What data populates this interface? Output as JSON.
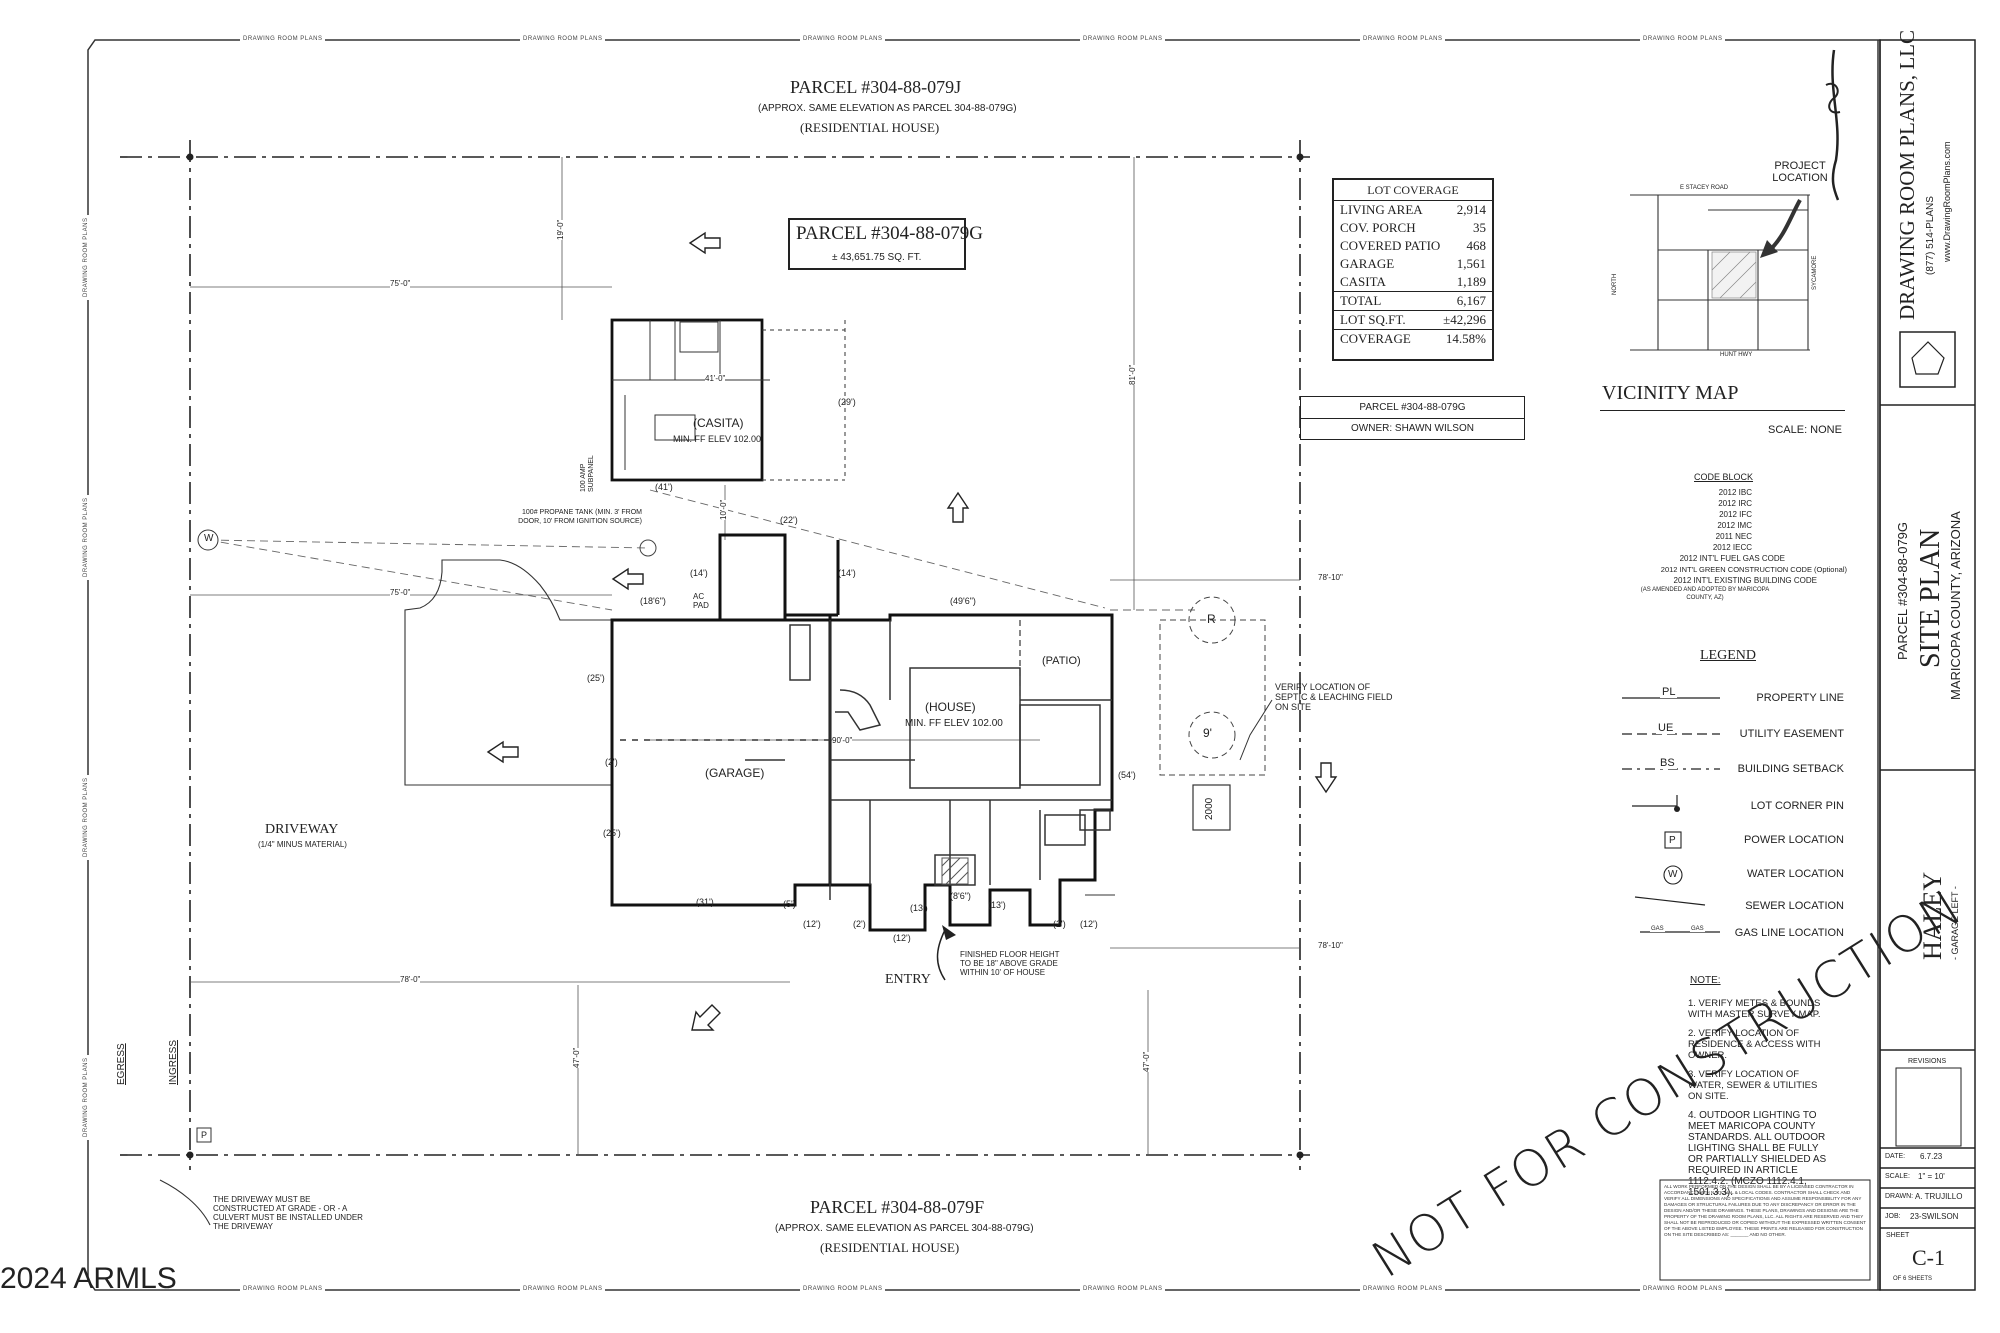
{
  "border": {
    "repeat_label": "DRAWING ROOM PLANS"
  },
  "parcels": {
    "north_title": "PARCEL #304-88-079J",
    "north_sub": "(APPROX. SAME ELEVATION AS PARCEL 304-88-079G)",
    "north_type": "(RESIDENTIAL HOUSE)",
    "subject_title": "PARCEL #304-88-079G",
    "subject_area": "± 43,651.75 SQ. FT.",
    "south_title": "PARCEL #304-88-079F",
    "south_sub": "(APPROX. SAME ELEVATION AS PARCEL 304-88-079G)",
    "south_type": "(RESIDENTIAL HOUSE)"
  },
  "lot_coverage": {
    "title": "LOT COVERAGE",
    "rows": [
      {
        "label": "LIVING AREA",
        "value": "2,914"
      },
      {
        "label": "COV. PORCH",
        "value": "35"
      },
      {
        "label": "COVERED PATIO",
        "value": "468"
      },
      {
        "label": "GARAGE",
        "value": "1,561"
      },
      {
        "label": "CASITA",
        "value": "1,189"
      }
    ],
    "total_label": "TOTAL",
    "total_value": "6,167",
    "lot_label": "LOT SQ.FT.",
    "lot_value": "±42,296",
    "coverage_label": "COVERAGE",
    "coverage_value": "14.58%"
  },
  "owner_box": {
    "parcel": "PARCEL #304-88-079G",
    "owner": "OWNER: SHAWN WILSON"
  },
  "vicinity": {
    "title": "VICINITY MAP",
    "scale": "SCALE: NONE",
    "project_location": "PROJECT LOCATION",
    "road_top": "E STACEY ROAD",
    "road_bottom": "HUNT HWY",
    "north": "NORTH",
    "side": "SYCAMORE"
  },
  "code_block": {
    "title": "CODE BLOCK",
    "lines": [
      "2012 IBC",
      "2012 IRC",
      "2012 IFC",
      "2012 IMC",
      "2011 NEC",
      "2012 IECC",
      "2012 INT'L FUEL GAS CODE",
      "2012 INT'L GREEN CONSTRUCTION CODE (Optional)",
      "2012 INT'L EXISTING BUILDING CODE"
    ],
    "adopted": "(AS AMENDED AND ADOPTED BY MARICOPA COUNTY, AZ)"
  },
  "legend": {
    "title": "LEGEND",
    "items": [
      {
        "sym": "PL",
        "label": "PROPERTY LINE"
      },
      {
        "sym": "UE",
        "label": "UTILITY EASEMENT"
      },
      {
        "sym": "BS",
        "label": "BUILDING SETBACK"
      },
      {
        "sym": "",
        "label": "LOT CORNER PIN"
      },
      {
        "sym": "P",
        "label": "POWER LOCATION"
      },
      {
        "sym": "W",
        "label": "WATER LOCATION"
      },
      {
        "sym": "",
        "label": "SEWER LOCATION"
      },
      {
        "sym": "GAS",
        "label": "GAS LINE LOCATION"
      }
    ]
  },
  "notes": {
    "title": "NOTE:",
    "items": [
      "1. VERIFY METES & BOUNDS WITH MASTER SURVEY MAP.",
      "2. VERIFY LOCATION OF RESIDENCE & ACCESS WITH OWNER.",
      "3. VERIFY LOCATION OF WATER, SEWER & UTILITIES ON SITE.",
      "4. OUTDOOR LIGHTING TO MEET MARICOPA COUNTY STANDARDS. ALL OUTDOOR LIGHTING SHALL BE FULLY OR PARTIALLY SHIELDED AS REQUIRED IN ARTICLE 1112.4.2. (MCZO 1112.4.1, 1501.3.3)."
    ]
  },
  "watermark": "NOT FOR CONSTRUCTION",
  "copyright": "2024 ARMLS",
  "plan_labels": {
    "casita": "(CASITA)",
    "casita_elev": "MIN. FF ELEV 102.00",
    "house": "(HOUSE)",
    "house_elev": "MIN. FF ELEV 102.00",
    "garage": "(GARAGE)",
    "patio": "(PATIO)",
    "driveway": "DRIVEWAY",
    "driveway_sub": "(1/4\" MINUS MATERIAL)",
    "entry": "ENTRY",
    "egress": "EGRESS",
    "ingress": "INGRESS",
    "propane": "100# PROPANE TANK (MIN. 3' FROM DOOR, 10' FROM IGNITION SOURCE)",
    "subpanel": "100 AMP SUBPANEL",
    "septic": "VERIFY LOCATION OF SEPTIC & LEACHING FIELD ON SITE",
    "floor_height": "FINISHED FLOOR HEIGHT TO BE 18\" ABOVE GRADE WITHIN 10' OF HOUSE",
    "driveway_note": "THE DRIVEWAY MUST BE CONSTRUCTED AT GRADE - OR - A CULVERT MUST BE INSTALLED UNDER THE DRIVEWAY",
    "ac_pad": "AC PAD",
    "tank_r": "R",
    "tank_9": "9'",
    "tank_2000": "2000",
    "w_symbol": "W",
    "p_symbol": "P"
  },
  "dimensions": {
    "d75a": "75'-0\"",
    "d75b": "75'-0\"",
    "d78a": "78'-10\"",
    "d78b": "78'-10\"",
    "d78c": "78'-0\"",
    "d41": "41'-0\"",
    "d90": "90'-0\"",
    "d19": "19'-0\"",
    "d81": "81'-0\"",
    "d47": "47'-0\"",
    "d47b": "47'-0\"",
    "d29": "(29')",
    "d41p": "(41')",
    "d22": "(22')",
    "d14a": "(14')",
    "d14b": "(14')",
    "d186": "(18'6\")",
    "d496": "(49'6\")",
    "d25a": "(25')",
    "d25b": "(25')",
    "d2": "(2')",
    "d31": "(31')",
    "d5": "(5')",
    "d12a": "(12')",
    "d2b": "(2')",
    "d13a": "(13')",
    "d86": "(8'6\")",
    "d13b": "(13')",
    "d12b": "(12')",
    "d2c": "(2')",
    "d12c": "(12')",
    "d54": "(54')",
    "d10": "10'-0\""
  },
  "title_block": {
    "firm": "DRAWING ROOM PLANS, LLC",
    "phone": "(877) 514-PLANS",
    "web": "www.DrawingRoomPlans.com",
    "parcel": "PARCEL #304-88-079G",
    "sheet_title": "SITE PLAN",
    "county": "MARICOPA COUNTY, ARIZONA",
    "plan_name": "HALEY",
    "plan_sub": "- GARAGE LEFT -",
    "revisions": "REVISIONS",
    "date_label": "DATE:",
    "date": "6.7.23",
    "scale_label": "SCALE:",
    "scale": "1\" = 10'",
    "drawn_label": "DRAWN:",
    "drawn": "A. TRUJILLO",
    "job_label": "JOB:",
    "job": "23-SWILSON",
    "sheet_label": "SHEET",
    "sheet": "C-1",
    "of": "OF 6 SHEETS",
    "disclaimer": "ALL WORK PERFORMED ON THE DESIGN SHALL BE BY A LICENSED CONTRACTOR IN ACCORDANCE WITH NATIONAL & LOCAL CODES. CONTRACTOR SHALL CHECK AND VERIFY ALL DIMENSIONS AND SPECIFICATIONS AND ASSUME RESPONSIBILITY FOR ANY DAMAGES OR STRUCTURAL FAILURES DUE TO ANY DISCREPANCY OR ERROR IN THE DESIGN AND/OR THESE DRAWINGS. THESE PLANS, DRAWINGS AND DESIGNS ARE THE PROPERTY OF THE DRAWING ROOM PLANS, LLC. ALL RIGHTS ARE RESERVED AND THEY SHALL NOT BE REPRODUCED OR COPIED WITHOUT THE EXPRESSED WRITTEN CONSENT OF THE ABOVE LISTED EMPLOYEE. THESE PRINTS ARE RELEASED FOR CONSTRUCTION ON THE SITE DESCRIBED AS: _______ AND NO OTHER."
  }
}
